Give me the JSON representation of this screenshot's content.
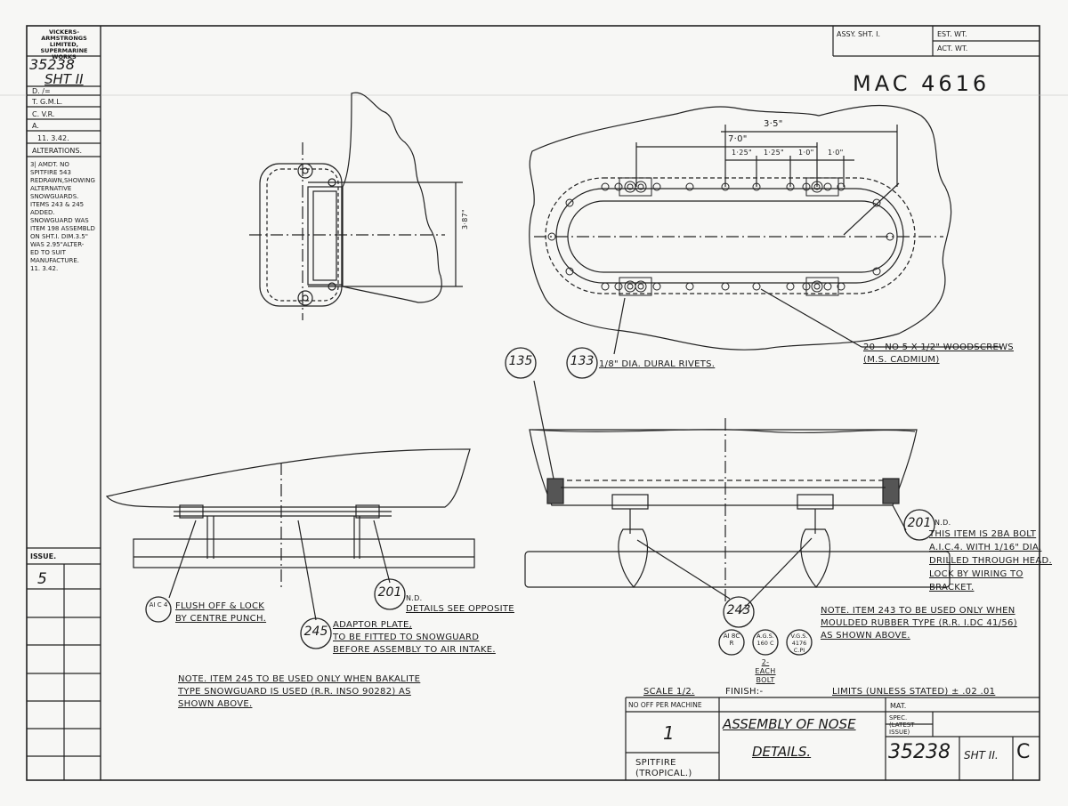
{
  "sidebar": {
    "maker": [
      "VICKERS-ARMSTRONGS",
      "LIMITED,",
      "SUPERMARINE WORKS"
    ],
    "drawing_no": "35238",
    "sheet": "SHT II",
    "d": "D. /=",
    "t": "T. G.M.L.",
    "c": "C. V.R.",
    "a": "A.",
    "date": "11. 3.42.",
    "alterations_header": "ALTERATIONS.",
    "alterations": [
      "3| AMDT. No",
      "SPITFIRE 543",
      "REDRAWN,SHOWING",
      "ALTERNATIVE",
      "SNOWGUARDS.",
      "ITEMS 243 & 245",
      "ADDED.",
      "SNOWGUARD WAS",
      "ITEM 198 ASSEMBLD",
      "ON SHT.I. DIM.3.5\"",
      "WAS 2.95\"ALTER-",
      "ED TO SUIT",
      "MANUFACTURE.",
      "11. 3.42."
    ],
    "issue_label": "ISSUE.",
    "issue_value": "5"
  },
  "top_block": {
    "assy": "ASSY. SHT. I.",
    "est_wt": "EST. WT.",
    "act_wt": "ACT. WT."
  },
  "mac": "MAC 4616",
  "dimensions": {
    "overall": "3·5\"",
    "inner": "7·0\"",
    "pitches": [
      "1·25\"",
      "1·25\"",
      "1·0\"",
      "1·0\""
    ],
    "height": "3·87\""
  },
  "callouts": {
    "c135": "135",
    "c133": "133",
    "rivets": "1/8\" DIA. DURAL RIVETS.",
    "woodscrews": "20 - No 5 X 1/2\" WOODSCREWS",
    "cadmium": "(M.S. CADMIUM)",
    "c201_right": "201",
    "c201_right_nd": "N.D.",
    "c201_right_text": [
      "THIS ITEM IS 2BA BOLT",
      "A.I.C.4. WITH 1/16\" DIA.",
      "DRILLED THROUGH HEAD.",
      "LOCK BY WIRING TO",
      "BRACKET."
    ],
    "c201_left": "201",
    "c201_left_nd": "N.D.",
    "c201_left_text": "DETAILS SEE OPPOSITE",
    "aic4": "AI C 4",
    "flush": [
      "FLUSH OFF & LOCK",
      "BY CENTRE PUNCH."
    ],
    "c245": "245",
    "adaptor": [
      "ADAPTOR PLATE,",
      "TO BE FITTED TO SNOWGUARD",
      "BEFORE ASSEMBLY TO AIR INTAKE."
    ],
    "c243": "243",
    "ai8c": "AI 8C R",
    "ags": "A.G.S. 160 C",
    "vgs": "V.G.S. 4176 C.PI",
    "each_bolt": "2-EACH BOLT",
    "note243": [
      "NOTE. ITEM 243 TO BE USED ONLY WHEN",
      "MOULDED RUBBER TYPE (R.R. I.Dc 41/56)",
      "AS SHOWN ABOVE."
    ],
    "note245": [
      "NOTE. ITEM 245 TO BE USED ONLY WHEN BAKALITE",
      "TYPE SNOWGUARD IS USED (R.R. INSo 90282) AS",
      "SHOWN ABOVE."
    ]
  },
  "title_block": {
    "scale": "SCALE 1/2.",
    "finish": "FINISH:-",
    "limits": "LIMITS (UNLESS STATED) ± .02 .01",
    "no_off": "No OFF PER MACHINE",
    "qty": "1",
    "aircraft": [
      "SPITFIRE",
      "(TROPICAL.)"
    ],
    "title1": "ASSEMBLY OF NOSE",
    "title2": "DETAILS.",
    "mat": "MAT.",
    "spec": "SPEC. (LATEST ISSUE)",
    "drawing_no": "35238",
    "sheet": "SHT II.",
    "rev": "C"
  }
}
